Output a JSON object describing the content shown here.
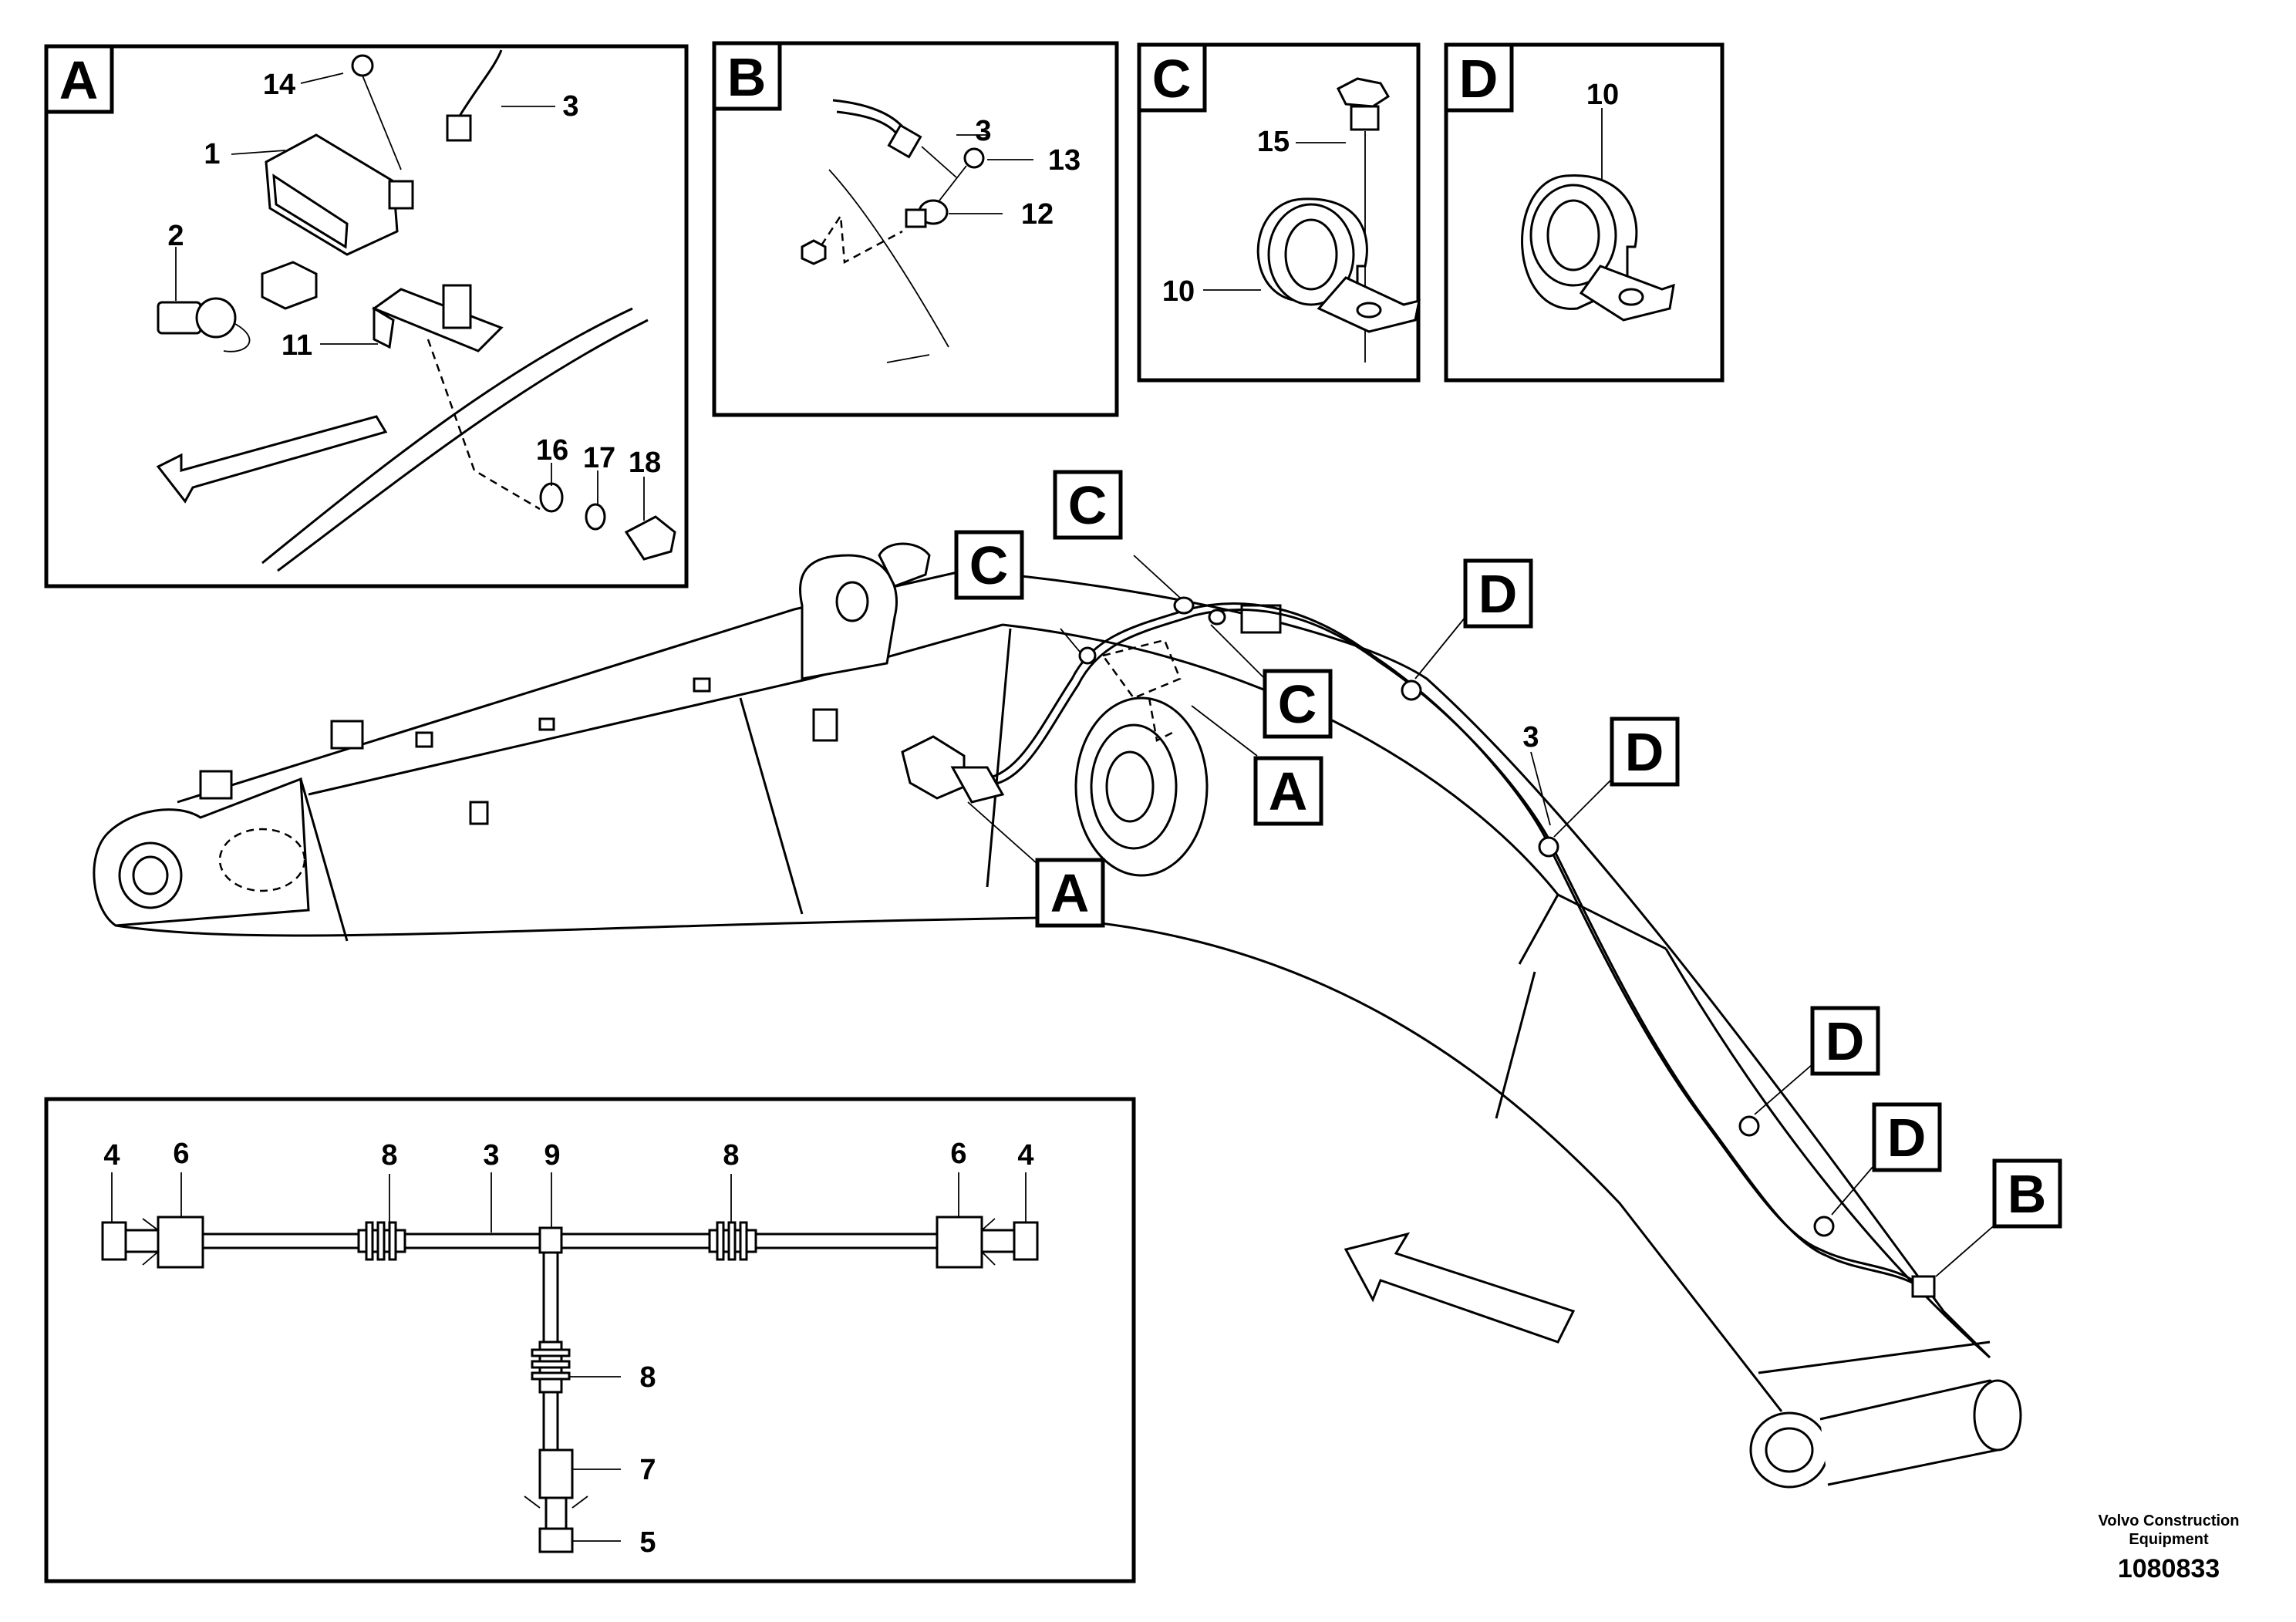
{
  "detail_views": {
    "A": {
      "tag": "A",
      "callouts": {
        "c14": "14",
        "c3": "3",
        "c1": "1",
        "c2": "2",
        "c11": "11",
        "c16": "16",
        "c17": "17",
        "c18": "18"
      }
    },
    "B": {
      "tag": "B",
      "callouts": {
        "c3": "3",
        "c13": "13",
        "c12": "12"
      }
    },
    "C": {
      "tag": "C",
      "callouts": {
        "c15": "15",
        "c10": "10"
      }
    },
    "D": {
      "tag": "D",
      "callouts": {
        "c10": "10"
      }
    }
  },
  "boom_view": {
    "tags": {
      "c1": "C",
      "c2": "C",
      "c3": "C",
      "d1": "D",
      "d2": "D",
      "d3": "D",
      "d4": "D",
      "a1": "A",
      "a2": "A",
      "b1": "B"
    },
    "cable_callout": "3"
  },
  "harness_schematic": {
    "callouts": {
      "l4": "4",
      "l6": "6",
      "l8a": "8",
      "l3": "3",
      "l9": "9",
      "l8b": "8",
      "r6": "6",
      "r4": "4",
      "l8c": "8",
      "l7": "7",
      "l5": "5"
    }
  },
  "credit": {
    "line1": "Volvo Construction",
    "line2": "Equipment",
    "doc_number": "1080833"
  }
}
